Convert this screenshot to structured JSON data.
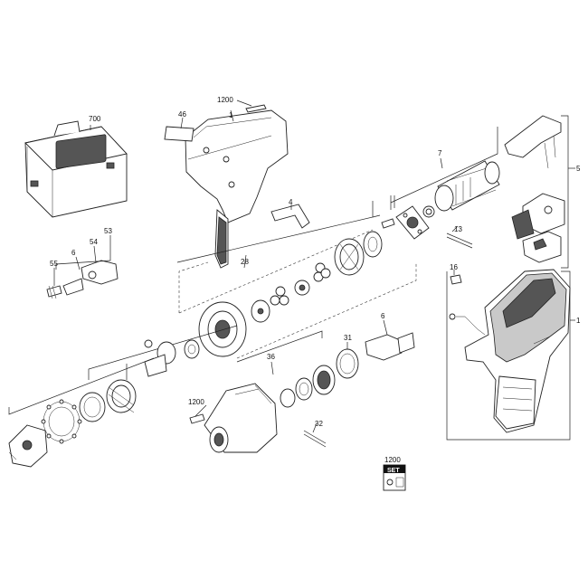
{
  "parts": {
    "p700": "700",
    "p1200_top": "1200",
    "p46": "46",
    "p1_housing": "1",
    "p4": "4",
    "p7": "7",
    "p5": "5",
    "p13": "13",
    "p53": "53",
    "p6_top": "6",
    "p54": "54",
    "p55": "55",
    "p28": "28",
    "p16": "16",
    "p1_side": "1",
    "p6_mid": "6",
    "p36": "36",
    "p31": "31",
    "p1200_mid": "1200",
    "p32": "32",
    "p1200_set": "1200"
  },
  "set_badge": {
    "label": "SET"
  }
}
